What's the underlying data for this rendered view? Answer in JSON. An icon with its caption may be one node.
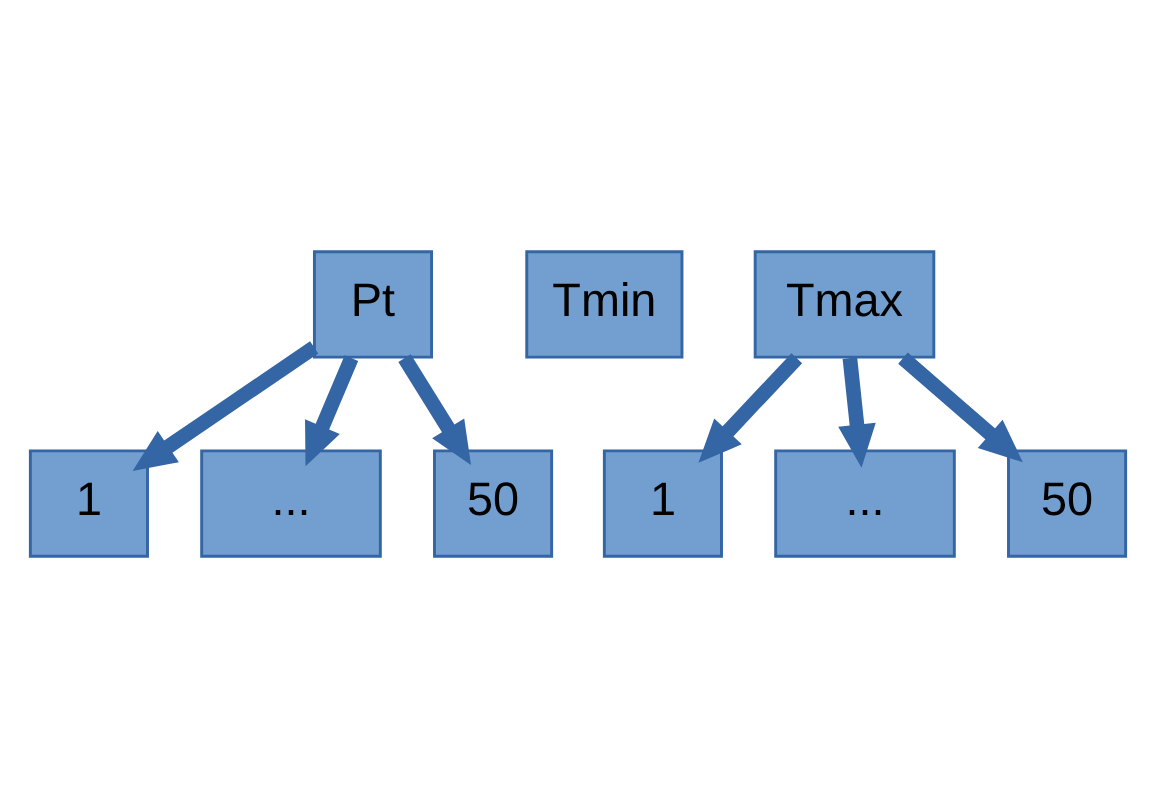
{
  "diagram": {
    "nodes": [
      {
        "text": [
          "Pt"
        ]
      },
      {
        "text": [
          "Tmin"
        ]
      },
      {
        "text": [
          "Tmax"
        ]
      },
      {
        "text": [
          "1"
        ]
      },
      {
        "text": [
          "..."
        ]
      },
      {
        "text": [
          "50"
        ]
      },
      {
        "text": [
          "1"
        ]
      },
      {
        "text": [
          "..."
        ]
      },
      {
        "text": [
          "50"
        ]
      }
    ],
    "edges": [
      {
        "from": 0,
        "to": 3,
        "arrow": "to"
      },
      {
        "from": 0,
        "to": 4,
        "arrow": "to"
      },
      {
        "from": 0,
        "to": 5,
        "arrow": "to"
      },
      {
        "from": 2,
        "to": 6,
        "arrow": "to"
      },
      {
        "from": 2,
        "to": 7,
        "arrow": "to"
      },
      {
        "from": 2,
        "to": 8,
        "arrow": "to"
      }
    ]
  }
}
